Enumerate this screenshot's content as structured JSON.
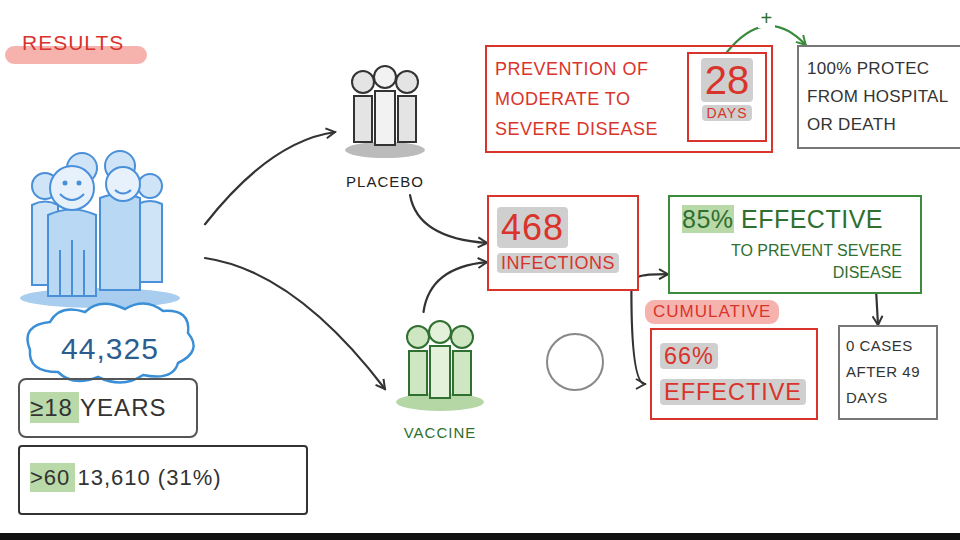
{
  "diagram": {
    "title": "RESULTS",
    "nodes": [
      {
        "text": [
          "44,325"
        ]
      },
      {
        "text": [
          "≥18 YEARS"
        ]
      },
      {
        "text": [
          ">60 13,610 (31%)"
        ]
      },
      {
        "text": [
          "PLACEBO"
        ]
      },
      {
        "text": [
          "PREVENTION OF MODERATE TO SEVERE DISEASE"
        ]
      },
      {
        "text": [
          "28",
          "DAYS"
        ],
        "in": 4
      },
      {
        "text": [
          "100% PROTEC FROM HOSPITAL OR DEATH"
        ]
      },
      {
        "text": [
          "468",
          "INFECTIONS"
        ]
      },
      {
        "text": [
          "85% EFFECTIVE",
          "TO PREVENT SEVERE DISEASE"
        ]
      },
      {
        "text": [
          "CUMULATIVE",
          "66% EFFECTIVE"
        ]
      },
      {
        "text": [
          "VACCINE"
        ]
      },
      {
        "text": [
          "0 CASES AFTER 49 DAYS"
        ]
      }
    ],
    "edges": [
      {
        "from": 0,
        "to": 3,
        "arrow": "to"
      },
      {
        "from": 0,
        "to": 10,
        "arrow": "to"
      },
      {
        "from": 3,
        "to": 7,
        "arrow": "to"
      },
      {
        "from": 10,
        "to": 7,
        "arrow": "to"
      },
      {
        "from": 5,
        "to": 6,
        "label": "+",
        "arrow": "to"
      },
      {
        "from": 7,
        "to": 8,
        "arrow": "to"
      },
      {
        "from": 7,
        "to": 9,
        "arrow": "to"
      },
      {
        "from": 8,
        "to": 11,
        "arrow": "to"
      }
    ]
  }
}
